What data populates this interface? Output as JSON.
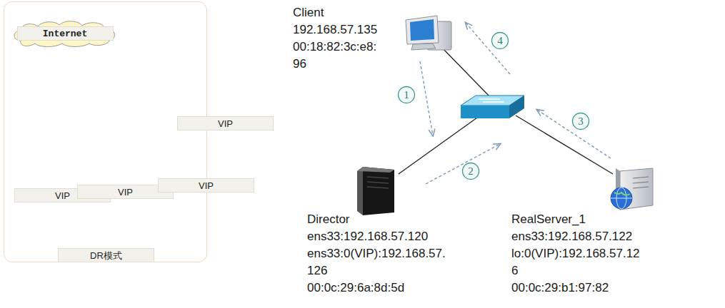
{
  "diagram": {
    "nodes": [
      {
        "text": [
          "DR模式"
        ]
      },
      {
        "text": [
          "Internet"
        ],
        "in": 0
      },
      {
        "text": [
          "VIP"
        ],
        "in": 0
      },
      {
        "text": [
          "VIP"
        ],
        "in": 0
      },
      {
        "text": [
          "VIP"
        ],
        "in": 0
      },
      {
        "text": [
          "VIP"
        ],
        "in": 0
      },
      {
        "text": [
          "Client",
          "192.168.57.135",
          "00:18:82:3c:e8:96"
        ]
      },
      {
        "text": [
          "4"
        ]
      },
      {
        "text": [
          "1"
        ]
      },
      {
        "text": [
          "3"
        ]
      },
      {
        "text": [
          "2"
        ]
      },
      {
        "text": [
          "Director",
          "ens33:192.168.57.120",
          "ens33:0(VIP):192.168.57.126",
          "00:0c:29:6a:8d:5d"
        ]
      },
      {
        "text": [
          "RealServer_1",
          "ens33:192.168.57.122",
          "lo:0(VIP):192.168.57.126",
          "00:0c:29:b1:97:82"
        ]
      }
    ]
  }
}
